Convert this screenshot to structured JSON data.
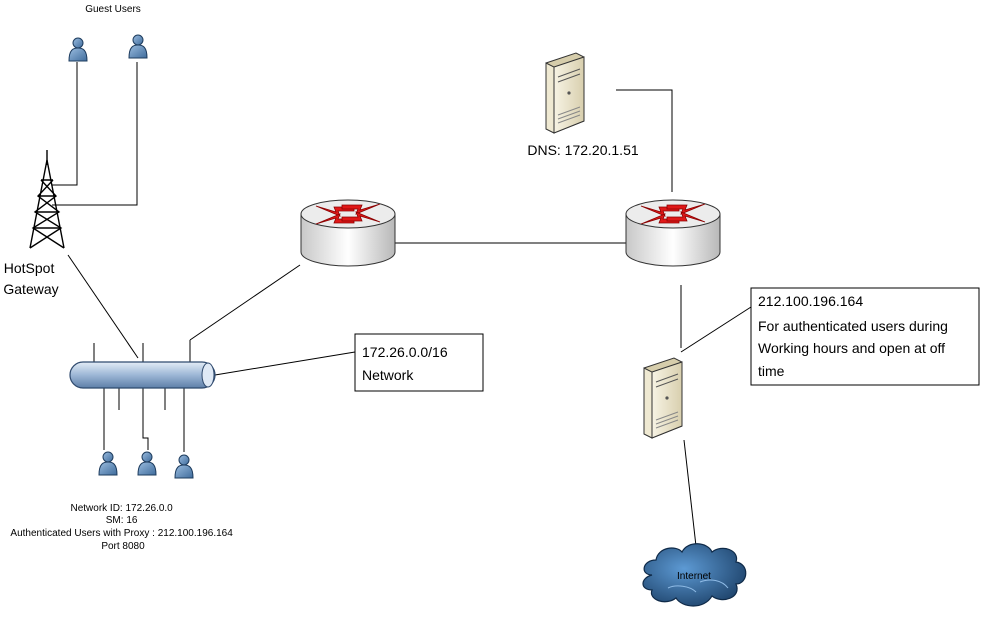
{
  "guest_users_label": "Guest Users",
  "hotspot_label": [
    "HotSpot",
    "Gateway"
  ],
  "dns_label": "DNS: 172.20.1.51",
  "network_box": [
    "172.26.0.0/16",
    "Network"
  ],
  "proxy_box": [
    "212.100.196.164",
    "For authenticated users during",
    "Working hours and open at off",
    "time"
  ],
  "network_info": [
    "Network ID: 172.26.0.0",
    "SM: 16",
    "Authenticated Users with Proxy : 212.100.196.164",
    "Port 8080"
  ],
  "internet_label": "Internet",
  "colors": {
    "user": "#5b87b7",
    "arrow": "#e01818",
    "server": "#e9e2c8",
    "cloud": "#2a5f96",
    "bus": "#a9c1dd"
  }
}
